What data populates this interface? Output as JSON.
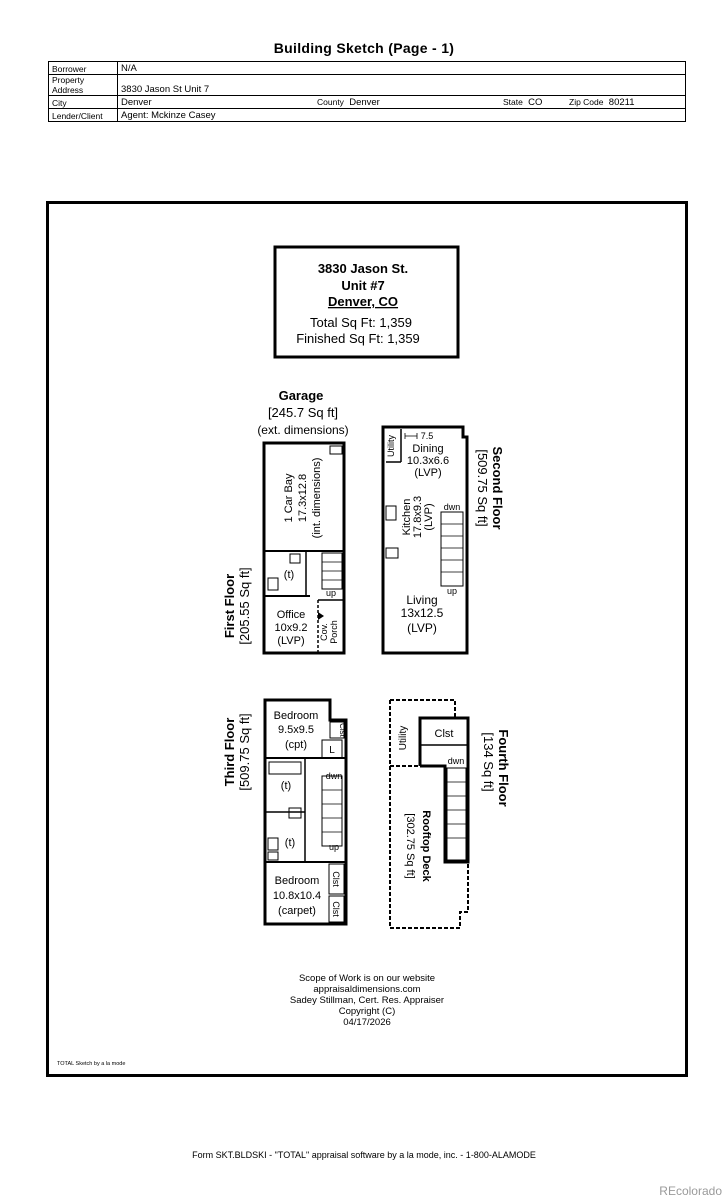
{
  "header": {
    "title": "Building Sketch (Page - 1)",
    "borrower_label": "Borrower",
    "borrower": "N/A",
    "address_label": "Property Address",
    "address": "3830 Jason St Unit 7",
    "city_label": "City",
    "city": "Denver",
    "county_label": "County",
    "county": "Denver",
    "state_label": "State",
    "state": "CO",
    "zip_label": "Zip Code",
    "zip": "80211",
    "lender_label": "Lender/Client",
    "lender": "Agent: Mckinze Casey"
  },
  "summary": {
    "line1": "3830 Jason St.",
    "line2": "Unit #7",
    "line3": "Denver, CO",
    "total": "Total Sq Ft: 1,359",
    "finished": "Finished Sq Ft: 1,359"
  },
  "garage": {
    "title": "Garage",
    "area": "[245.7 Sq ft]",
    "note": "(ext. dimensions)"
  },
  "first_floor": {
    "title": "First Floor",
    "area": "[205.55 Sq ft]",
    "bay_1": "1 Car Bay",
    "bay_2": "17.3x12.8",
    "bay_3": "(int. dimensions)",
    "toilet": "(t)",
    "up": "up",
    "office_1": "Office",
    "office_2": "10x9.2",
    "office_3": "(LVP)",
    "porch_1": "Cov.",
    "porch_2": "Porch"
  },
  "second_floor": {
    "title": "Second Floor",
    "area": "[509.75 Sq ft]",
    "utility": "Utility",
    "dim": "7.5",
    "dining_1": "Dining",
    "dining_2": "10.3x6.6",
    "dining_3": "(LVP)",
    "kitchen_1": "Kitchen",
    "kitchen_2": "17.8x9.3",
    "kitchen_3": "(LVP)",
    "dwn": "dwn",
    "up": "up",
    "living_1": "Living",
    "living_2": "13x12.5",
    "living_3": "(LVP)"
  },
  "third_floor": {
    "title": "Third Floor",
    "area": "[509.75 Sq ft]",
    "bed1_1": "Bedroom",
    "bed1_2": "9.5x9.5",
    "bed1_3": "(cpt)",
    "clst": "Clst",
    "laundry": "L",
    "toilet": "(t)",
    "dwn": "dwn",
    "up": "up",
    "bed2_1": "Bedroom",
    "bed2_2": "10.8x10.4",
    "bed2_3": "(carpet)"
  },
  "fourth_floor": {
    "title": "Fourth Floor",
    "area": "[134 Sq ft]",
    "utility": "Utility",
    "clst": "Clst",
    "dwn": "dwn",
    "deck_1": "Rooftop Deck",
    "deck_2": "[302.75 Sq ft]"
  },
  "notes": {
    "line1": "Scope of Work is on our website",
    "line2": "appraisaldimensions.com",
    "line3": "Sadey Stillman, Cert. Res. Appraiser",
    "line4": "Copyright (C)",
    "line5": "04/17/2026"
  },
  "sketch_credit": "TOTAL Sketch by a la mode",
  "footer": "Form SKT.BLDSKI - \"TOTAL\" appraisal software by a la mode, inc. - 1-800-ALAMODE",
  "watermark": "REcolorado"
}
